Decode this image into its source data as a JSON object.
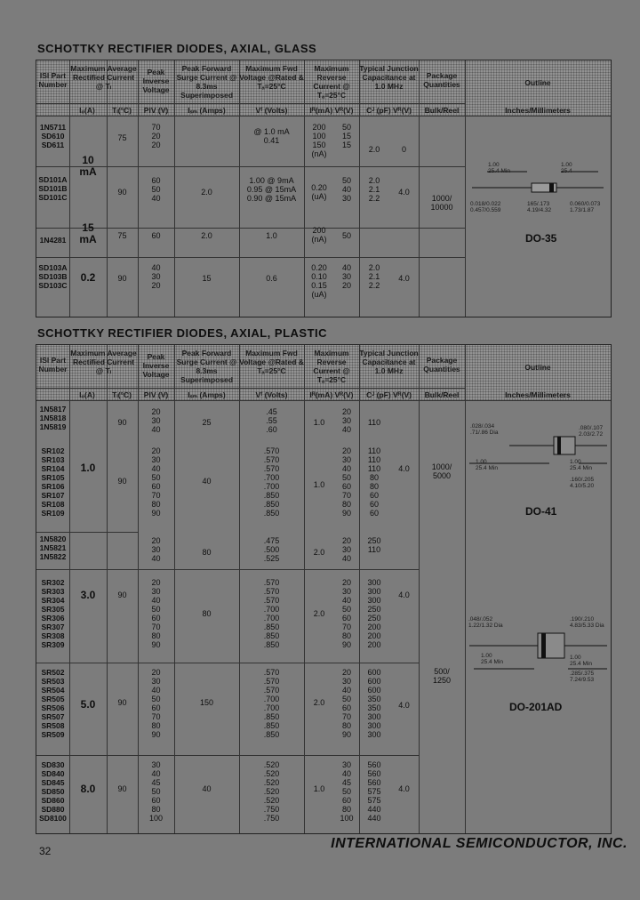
{
  "page_number": "32",
  "company": "INTERNATIONAL SEMICONDUCTOR, INC.",
  "glass": {
    "title": "SCHOTTKY RECTIFIER DIODES, AXIAL, GLASS",
    "headers": {
      "part": "ISI Part Number",
      "avg": "Maximum Average Rectified Current @ Tₗ",
      "piv": "Peak Inverse Voltage",
      "surge": "Peak Forward Surge Current @ 8.3ms Superimposed",
      "vf": "Maximum Fwd Voltage @Rated & Tₐ=25°C",
      "ir": "Maximum Reverse Current @ Tₐ=25°C",
      "cap": "Typical Junction Capacitance at 1.0 MHz",
      "pkg": "Package Quantities",
      "outline": "Outline"
    },
    "units": [
      "Iₒ(A)",
      "Tₗ(°C)",
      "PIV (V)",
      "Iₛₘ (Amps)",
      "Vᶠ (Volts)",
      "Iᴿ(mA) Vᴿ(V)",
      "Cᴶ (pF) Vᴿ(V)",
      "Bulk/Reel",
      "Inches/Millimeters"
    ],
    "groups": [
      {
        "parts": "1N5711\nSD610\nSD611",
        "piv": "70\n20\n20",
        "vf": "@ 1.0 mA\n0.41",
        "ir": "200\n100\n150\n(nA)",
        "vr": "50\n15\n15",
        "cap": "2.0",
        "cv": "0"
      },
      {
        "parts": "SD101A\nSD101B\nSD101C",
        "piv": "60\n50\n40",
        "surge": "2.0",
        "vf": "1.00 @ 9mA\n0.95 @ 15mA\n0.90 @ 15mA",
        "ir": "0.20\n(uA)",
        "vr": "50\n40\n30",
        "cap": "2.0\n2.1\n2.2",
        "cv": "4.0"
      },
      {
        "parts": "1N4281",
        "piv": "60",
        "surge": "2.0",
        "vf": "1.0",
        "ir": "200\n(nA)",
        "vr": "50"
      },
      {
        "parts": "SD103A\nSD103B\nSD103C",
        "piv": "40\n30\n20",
        "surge": "15",
        "vf": "0.6",
        "ir": "0.20\n0.10\n0.15\n(uA)",
        "vr": "40\n30\n20",
        "cap": "2.0\n2.1\n2.2",
        "cv": "4.0"
      }
    ],
    "currents": [
      "10\nmA",
      "15\nmA",
      "0.2"
    ],
    "tl": [
      "75",
      "90",
      "75",
      "90"
    ],
    "pkg_qty": "1000/\n10000",
    "package": "DO-35",
    "outline_notes": [
      "1.00\n25.4 Min",
      "1.00\n25.4",
      "0.018/0.022\n0.457/0.559",
      "165/.173\n4.19/4.32",
      "0.060/0.073\n1.73/1.87"
    ]
  },
  "plastic": {
    "title": "SCHOTTKY RECTIFIER DIODES, AXIAL, PLASTIC",
    "headers": {
      "part": "ISI Part Number",
      "avg": "Maximum Average Rectified Current @ Tₗ",
      "piv": "Peak Inverse Voltage",
      "surge": "Peak Forward Surge Current @ 8.3ms Superimposed",
      "vf": "Maximum Fwd Voltage @Rated & Tₐ=25°C",
      "ir": "Maximum Reverse Current @ Tₐ=25°C",
      "cap": "Typical Junction Capacitance at 1.0 MHz",
      "pkg": "Package Quantities",
      "outline": "Outline"
    },
    "units": [
      "Iₒ(A)",
      "Tₗ(°C)",
      "PIV (V)",
      "Iₛₘ (Amps)",
      "Vᶠ (Volts)",
      "Iᴿ(mA) Vᴿ(V)",
      "Cᴶ (pF) Vᴿ(V)",
      "Bulk/Reel",
      "Inches/Millimeters"
    ],
    "groups": [
      {
        "parts": "1N5817\n1N5818\n1N5819",
        "tl": "90",
        "piv": "20\n30\n40",
        "surge": "25",
        "vf": ".45\n.55\n.60",
        "ir": "1.0",
        "vr": "20\n30\n40",
        "cap": "110"
      },
      {
        "parts": "SR102\nSR103\nSR104\nSR105\nSR106\nSR107\nSR108\nSR109",
        "tl": "90",
        "piv": "20\n30\n40\n50\n60\n70\n80\n90",
        "surge": "40",
        "vf": ".570\n.570\n.570\n.700\n.700\n.850\n.850\n.850",
        "ir": "1.0",
        "vr": "20\n30\n40\n50\n60\n70\n80\n90",
        "cap": "110\n110\n110\n80\n80\n60\n60\n60",
        "cv": "4.0"
      },
      {
        "parts": "1N5820\n1N5821\n1N5822",
        "piv": "20\n30\n40",
        "surge": "80",
        "vf": ".475\n.500\n.525",
        "ir": "2.0",
        "vr": "20\n30\n40",
        "cap": "250\n110"
      },
      {
        "parts": "SR302\nSR303\nSR304\nSR305\nSR306\nSR307\nSR308\nSR309",
        "tl": "90",
        "piv": "20\n30\n40\n50\n60\n70\n80\n90",
        "surge": "80",
        "vf": ".570\n.570\n.570\n.700\n.700\n.850\n.850\n.850",
        "ir": "2.0",
        "vr": "20\n30\n40\n50\n60\n70\n80\n90",
        "cap": "300\n300\n300\n250\n250\n200\n200\n200",
        "cv": "4.0"
      },
      {
        "parts": "SR502\nSR503\nSR504\nSR505\nSR506\nSR507\nSR508\nSR509",
        "tl": "90",
        "piv": "20\n30\n40\n50\n60\n70\n80\n90",
        "surge": "150",
        "vf": ".570\n.570\n.570\n.700\n.700\n.850\n.850\n.850",
        "ir": "2.0",
        "vr": "20\n30\n40\n50\n60\n70\n80\n90",
        "cap": "600\n600\n600\n350\n350\n300\n300\n300",
        "cv": "4.0"
      },
      {
        "parts": "SD830\nSD840\nSD845\nSD850\nSD860\nSD880\nSD8100",
        "tl": "90",
        "piv": "30\n40\n45\n50\n60\n80\n100",
        "surge": "40",
        "vf": ".520\n.520\n.520\n.520\n.520\n.750\n.750",
        "ir": "1.0",
        "vr": "30\n40\n45\n50\n60\n80\n100",
        "cap": "560\n560\n560\n575\n575\n440\n440",
        "cv": "4.0"
      }
    ],
    "currents": [
      "1.0",
      "3.0",
      "5.0",
      "8.0"
    ],
    "pkg_qty_1": "1000/\n5000",
    "pkg_qty_2": "500/\n1250",
    "package_1": "DO-41",
    "package_2": "DO-201AD",
    "outline_notes_1": [
      ".028/.034\n.71/.86 Dia",
      "1.00\n25.4 Min",
      "1.00\n25.4 Min",
      ".080/.107\n2.03/2.72",
      ".160/.205\n4.10/5.20"
    ],
    "outline_notes_2": [
      ".048/.052\n1.22/1.32 Dia",
      "1.00\n25.4 Min",
      ".190/.210\n4.83/5.33 Dia",
      "1.00\n25.4 Min",
      ".285/.375\n7.24/9.53"
    ]
  }
}
